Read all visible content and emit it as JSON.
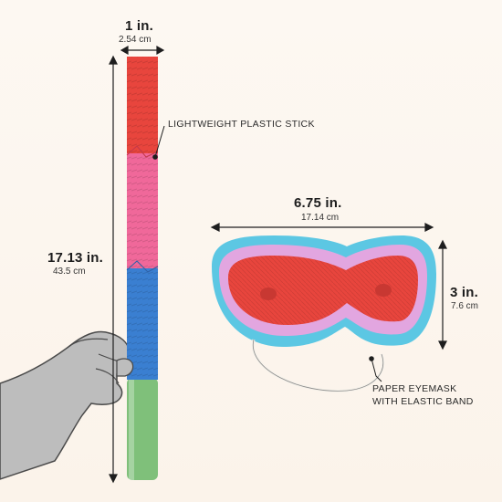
{
  "stick_width": {
    "imperial": "1 in.",
    "metric": "2.54 cm"
  },
  "stick_length": {
    "imperial": "17.13 in.",
    "metric": "43.5 cm"
  },
  "mask_width": {
    "imperial": "6.75 in.",
    "metric": "17.14 cm"
  },
  "mask_height": {
    "imperial": "3 in.",
    "metric": "7.6 cm"
  },
  "labels": {
    "stick": "LIGHTWEIGHT PLASTIC STICK",
    "mask_line1": "PAPER EYEMASK",
    "mask_line2": "WITH ELASTIC BAND"
  },
  "colors": {
    "background": "#fdf7f1",
    "red": "#e8453d",
    "pink": "#f0689a",
    "blue": "#3a7fd1",
    "green": "#7fc07a",
    "lavender": "#e2a6e0",
    "light_blue": "#5cc7e3"
  }
}
